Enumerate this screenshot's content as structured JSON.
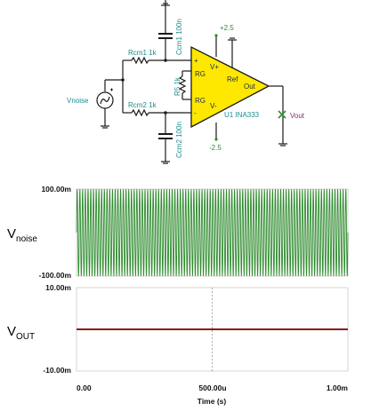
{
  "schematic": {
    "ccm1_label": "Ccm1 100n",
    "ccm2_label": "Ccm2 100n",
    "rcm1_label": "Rcm1 1k",
    "rcm2_label": "Rcm2 1k",
    "r5_label": "R5 1k",
    "source_label": "Vnoise",
    "pin_plus": "+",
    "pin_minus": "-",
    "pin_rg1": "RG",
    "pin_rg2": "RG",
    "pin_vplus": "V+",
    "pin_vminus": "V-",
    "pin_ref": "Ref",
    "pin_out": "Out",
    "amp_label": "U1 INA333",
    "supply_pos": "+2.5",
    "supply_neg": "-2.5",
    "probe_label": "Vout",
    "colors": {
      "amp_fill": "#ffe800",
      "wire": "#1a1a1a",
      "part_label": "#1a8c8c",
      "probe_label": "#8a2a80"
    }
  },
  "chart_data": [
    {
      "type": "line",
      "ylabel_main": "V",
      "ylabel_sub": "noise",
      "ytick_labels": [
        "100.00m",
        "-100.00m"
      ],
      "ylim": [
        -0.1,
        0.1
      ],
      "series": [
        {
          "color": "#2e8b2e",
          "waveform": "sine",
          "amplitude": 0.1,
          "offset": 0,
          "cycles_in_window": 100
        }
      ]
    },
    {
      "type": "line",
      "ylabel_main": "V",
      "ylabel_sub": "OUT",
      "ytick_labels": [
        "10.00m",
        "-10.00m"
      ],
      "ylim": [
        -0.01,
        0.01
      ],
      "series": [
        {
          "color": "#8b1a1a",
          "waveform": "flat",
          "value": 0
        }
      ]
    }
  ],
  "x_axis": {
    "label": "Time (s)",
    "tick_labels": [
      "0.00",
      "500.00u",
      "1.00m"
    ],
    "xlim": [
      0,
      0.001
    ],
    "marker_at": 0.0005
  }
}
